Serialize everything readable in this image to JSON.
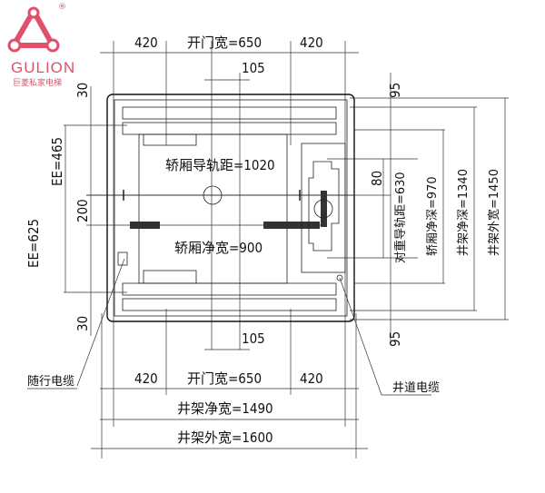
{
  "logo": {
    "brand": "GULION",
    "subtitle": "巨菱私家电梯",
    "registered": "®",
    "color": "#e0506a"
  },
  "top_dims": {
    "left": "420",
    "door": "开门宽=650",
    "right": "420",
    "offset": "105"
  },
  "bottom_dims": {
    "offset": "105",
    "left": "420",
    "door": "开门宽=650",
    "right": "420",
    "shaft_clear_width": "井架净宽=1490",
    "shaft_outer_width": "井架外宽=1600"
  },
  "left_dims": {
    "top_gap": "30",
    "ee465": "EE=465",
    "ee625": "EE=625",
    "d200": "200",
    "bottom_gap": "30"
  },
  "right_dims": {
    "top_gap": "95",
    "d80": "80",
    "cw_rail": "对重导轨距=630",
    "car_depth": "轿厢净深=970",
    "shaft_clear_depth": "井架净深=1340",
    "shaft_outer_depth": "井架外宽=1450",
    "bottom_gap": "95"
  },
  "car": {
    "rail_distance": "轿厢导轨距=1020",
    "clear_width": "轿厢净宽=900"
  },
  "labels": {
    "travel_cable": "随行电缆",
    "shaft_cable": "井道电缆"
  }
}
